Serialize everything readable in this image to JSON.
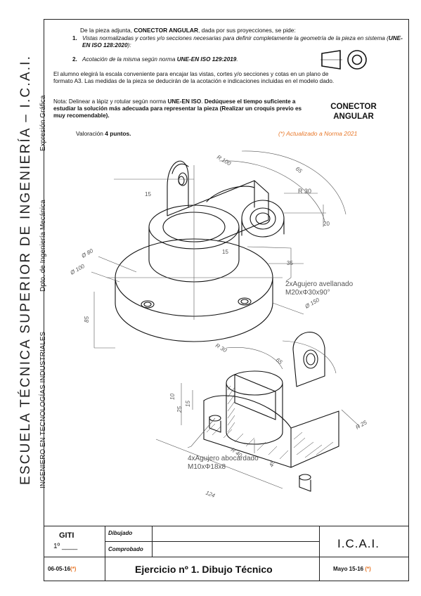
{
  "margin": {
    "school": "ESCUELA TÉCNICA SUPERIOR DE INGENIERÍA – I.C.A.I.",
    "area": "Expresión Gráfica",
    "degree": "INGENIERO EN TECNOLOGÍAS INDUSTRIALES",
    "department": "Dpto. de Ingeniería Mecánica"
  },
  "header": {
    "intro_pre": "De la pieza adjunta, ",
    "intro_bold": "CONECTOR ANGULAR",
    "intro_post": ", dada por sus proyecciones, se pide:",
    "item1_num": "1.",
    "item1_text": "Vistas normalizadas y cortes y/o secciones necesarias para definir completamente la geometría de la pieza en sistema (",
    "item1_bold": "UNE-EN ISO 128:2020",
    "item1_end": "):",
    "item2_num": "2.",
    "item2_text": "Acotación de la misma según norma ",
    "item2_bold": "UNE-EN ISO 129:2019",
    "item2_end": ".",
    "scale_line1": "El alumno elegirá la escala conveniente para encajar las vistas, cortes y/o secciones y cotas en un plano de",
    "scale_line2": "formato A3. Las medidas de la pieza se deducirán de la acotación e indicaciones incluidas en el modelo dado.",
    "note_pre": "Nota: Delinear a lápiz y rotular según norma ",
    "note_bold1": "UNE-EN ISO",
    "note_mid": ". ",
    "note_bold2": "Dedúquese el tiempo suficiente a estudiar la solución más adecuada para representar la pieza (Realizar un croquis previo es muy recomendable).",
    "piece_name_l1": "CONECTOR",
    "piece_name_l2": "ANGULAR",
    "valoracion_pre": "Valoración ",
    "valoracion_bold": "4 puntos.",
    "updated": "(*) Actualizado a Norma 2021"
  },
  "dimensions": {
    "r100": "R 100",
    "d65a": "65",
    "r30": "R 30",
    "d15a": "15",
    "d20": "20",
    "d15b": "15",
    "d35": "35",
    "phi80": "Ø 80",
    "phi100": "Ø 100",
    "d85": "85",
    "phi150": "Ø 150",
    "hole1_l1": "2xAgujero avellanado",
    "hole1_l2": "M20xΦ30x90°",
    "r30b": "R 30",
    "d65b": "65",
    "d10": "10",
    "d15c": "15",
    "d25": "25",
    "r40": "R 40",
    "d45": "45",
    "r25": "R 25",
    "hole2_l1": "4xAgujero abocardado",
    "hole2_l2": "M10xΦ18x8",
    "d124": "124"
  },
  "title_block": {
    "group": "GITI",
    "course": "1º ____",
    "drawn": "Dibujado",
    "checked": "Comprobado",
    "school_short": "I.C.A.I.",
    "date_left": "06-05-16",
    "asterisk": "(*)",
    "exercise": "Ejercicio nº 1. Dibujo Técnico",
    "date_right": "Mayo 15-16 "
  }
}
